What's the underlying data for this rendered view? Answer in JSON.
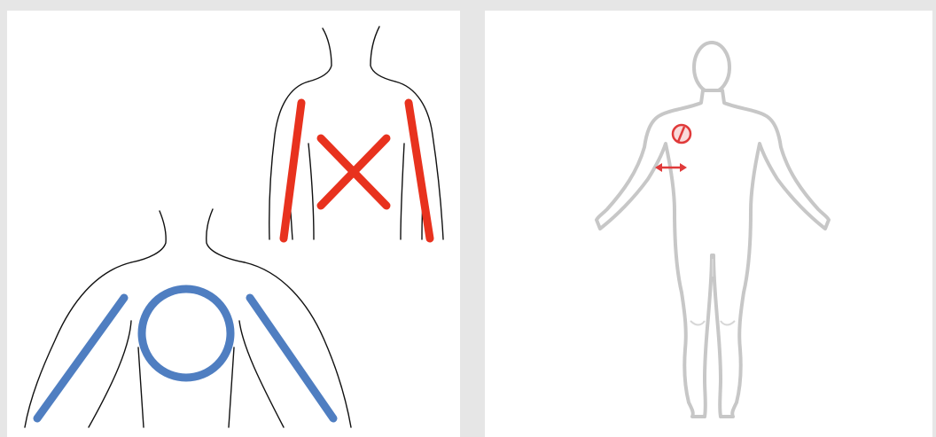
{
  "colors": {
    "page_background": "#e6e6e6",
    "panel_background": "#ffffff",
    "outline": "#111111",
    "incorrect_marks": "#e8321e",
    "correct_marks": "#4f7ec1",
    "body_figure": "#c7c7c7",
    "target_marker": "#e03a3a"
  },
  "panels": {
    "left": {
      "upper_figure": {
        "marks": [
          "two-vertical-arm-strokes",
          "x-cross-on-chest"
        ],
        "mark_color": "incorrect_marks"
      },
      "lower_figure": {
        "marks": [
          "two-diagonal-arm-strokes",
          "circle-on-chest"
        ],
        "mark_color": "correct_marks"
      }
    },
    "right": {
      "figure": "full-body-front-outline",
      "marker": "circle-with-line-on-left-chest",
      "arrow": "double-headed-horizontal-arrow"
    }
  }
}
